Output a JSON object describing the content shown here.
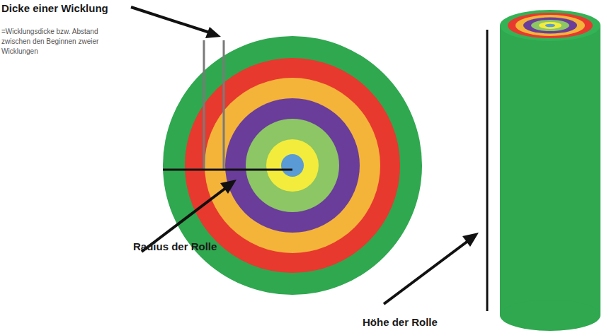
{
  "diagram": {
    "labels": [
      "Dicke einer Wicklung",
      "=Wicklungsdicke bzw. Abstand zwischen den Beginnen zweier Wicklungen",
      "Radius der Rolle",
      "Höhe der Rolle"
    ]
  }
}
